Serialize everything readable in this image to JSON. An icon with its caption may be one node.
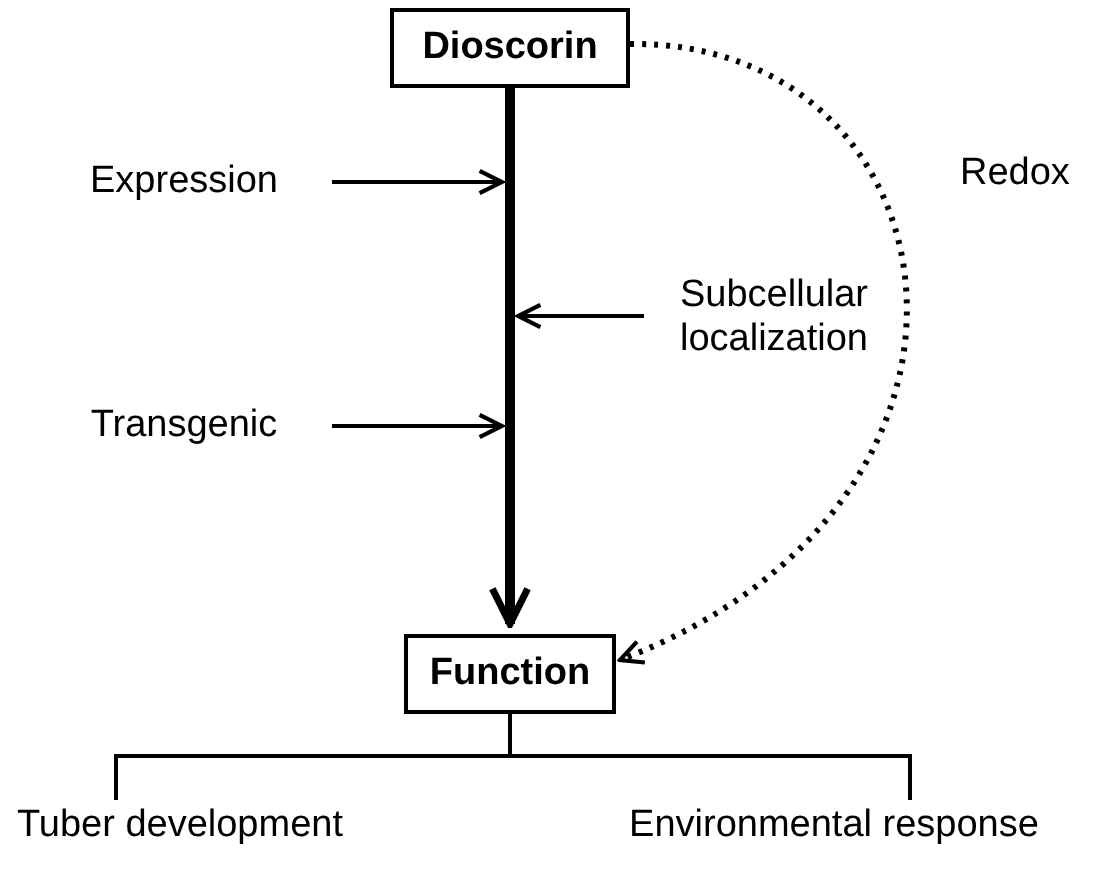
{
  "diagram": {
    "nodes": [
      {
        "text": [
          "Dioscorin"
        ]
      },
      {
        "text": [
          "Function"
        ]
      },
      {
        "text": [
          "Expression"
        ]
      },
      {
        "text": [
          "Subcellular localization"
        ]
      },
      {
        "text": [
          "Transgenic"
        ]
      },
      {
        "text": [
          "Tuber development"
        ]
      },
      {
        "text": [
          "Environmental response"
        ]
      }
    ],
    "edges": [
      {
        "from": 0,
        "to": 1,
        "arrow": "to",
        "style": "thick"
      },
      {
        "from": 0,
        "to": 1,
        "arrow": "to",
        "style": "dashed",
        "label": "Redox"
      },
      {
        "from": 2,
        "to": null,
        "arrow": "to"
      },
      {
        "from": 3,
        "to": null,
        "arrow": "to"
      },
      {
        "from": 4,
        "to": null,
        "arrow": "to"
      },
      {
        "from": 1,
        "to": 5,
        "arrow": "none"
      },
      {
        "from": 1,
        "to": 6,
        "arrow": "none"
      }
    ]
  }
}
